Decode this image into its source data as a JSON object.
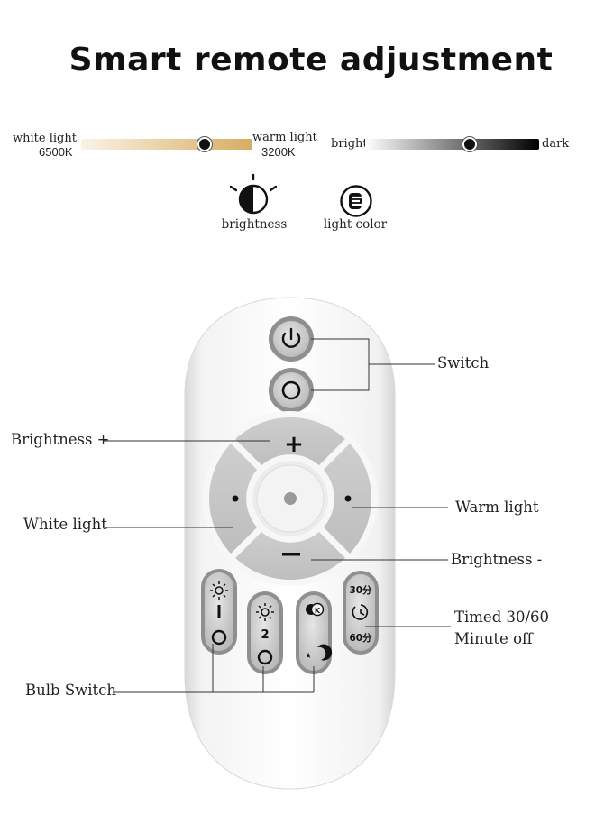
{
  "title": "Smart remote adjustment",
  "color_temp": {
    "left_label": "white light",
    "left_value": "6500K",
    "right_label": "warm light",
    "right_value": "3200K",
    "level": 0.72,
    "gradient_from": "#fbf3e6",
    "gradient_to": "#d6ad62"
  },
  "brightness_scale": {
    "left_label": "bright",
    "right_label": "dark",
    "level": 0.6,
    "gradient_from": "#ffffff",
    "gradient_to": "#000000"
  },
  "icons": {
    "brightness_label": "brightness",
    "light_color_label": "light color"
  },
  "remote": {
    "plus_symbol": "+",
    "minus_symbol": "−",
    "timer_top": "30分",
    "timer_bottom": "60分",
    "bulb1_number": "1",
    "bulb2_number": "2"
  },
  "callouts": {
    "switch": "Switch",
    "brightness_plus": "Brightness +",
    "warm_light": "Warm light",
    "white_light": "White light",
    "brightness_minus": "Brightness -",
    "timed_line1": "Timed 30/60",
    "timed_line2": "Minute off",
    "bulb_switch": "Bulb Switch"
  }
}
